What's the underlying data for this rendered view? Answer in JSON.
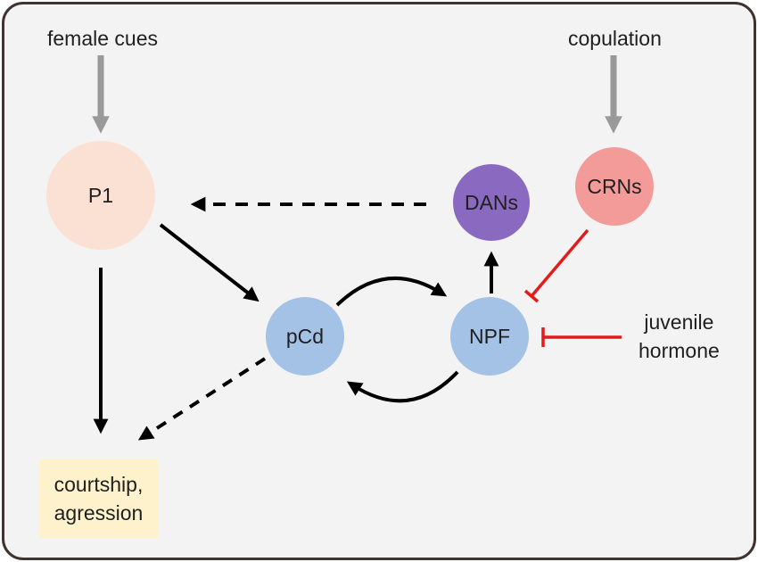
{
  "inputs": {
    "female_cues": "female cues",
    "copulation": "copulation",
    "juvenile_hormone_line1": "juvenile",
    "juvenile_hormone_line2": "hormone"
  },
  "nodes": {
    "p1": "P1",
    "pcd": "pCd",
    "npf": "NPF",
    "dans": "DANs",
    "crns": "CRNs"
  },
  "outcome": {
    "line1": "courtship,",
    "line2": "agression"
  },
  "colors": {
    "p1": "#fbe1d3",
    "pcd": "#a4c2e6",
    "npf": "#a4c2e6",
    "dans": "#8a6ac0",
    "crns": "#f39b98",
    "outcome": "#fef2cc",
    "input_arrow": "#999999",
    "activation": "#000000",
    "inhibition": "#e21b1b"
  }
}
